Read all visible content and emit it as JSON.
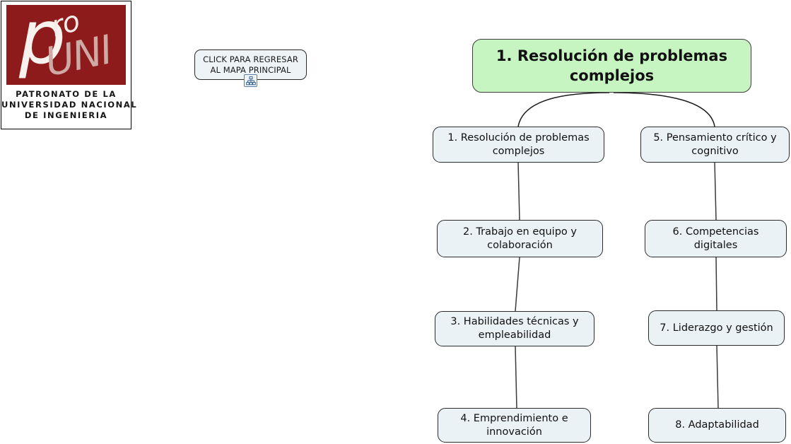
{
  "logo": {
    "mark_p": "p",
    "mark_ro": "ro",
    "mark_uni": "UNI",
    "caption_line1": "PATRONATO DE LA",
    "caption_line2": "UNIVERSIDAD NACIONAL",
    "caption_line3": "DE INGENIERIA",
    "block_color": "#8e1b1b"
  },
  "return_button": {
    "line1": "CLICK PARA REGRESAR",
    "line2": "AL MAPA PRINCIPAL",
    "icon": "hierarchy-icon"
  },
  "map": {
    "root": {
      "label": "1. Resolución de problemas complejos",
      "fill": "#c7f5c2"
    },
    "node_fill": "#eaf2f5",
    "left_column": [
      {
        "label": "1. Resolución de problemas complejos"
      },
      {
        "label": "2. Trabajo en equipo y colaboración"
      },
      {
        "label": "3. Habilidades técnicas y empleabilidad"
      },
      {
        "label": "4. Emprendimiento e innovación"
      }
    ],
    "right_column": [
      {
        "label": "5. Pensamiento crítico y cognitivo"
      },
      {
        "label": "6. Competencias digitales"
      },
      {
        "label": "7. Liderazgo y gestión"
      },
      {
        "label": "8. Adaptabilidad"
      }
    ]
  }
}
